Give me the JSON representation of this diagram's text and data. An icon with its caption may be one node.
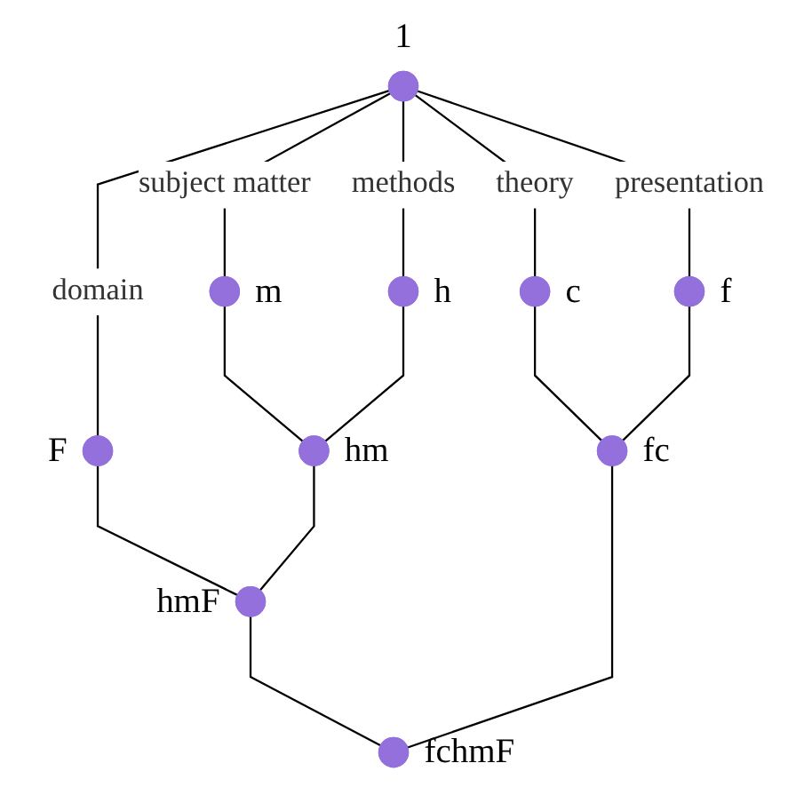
{
  "diagram": {
    "nodes": [
      {
        "text": [],
        "shape": "circle",
        "beside": [
          "1"
        ]
      },
      {
        "text": [],
        "shape": "circle",
        "beside": [
          "F"
        ]
      },
      {
        "text": [],
        "shape": "circle",
        "beside": [
          "m"
        ]
      },
      {
        "text": [],
        "shape": "circle",
        "beside": [
          "h"
        ]
      },
      {
        "text": [],
        "shape": "circle",
        "beside": [
          "c"
        ]
      },
      {
        "text": [],
        "shape": "circle",
        "beside": [
          "f"
        ]
      },
      {
        "text": [],
        "shape": "circle",
        "beside": [
          "hm"
        ]
      },
      {
        "text": [],
        "shape": "circle",
        "beside": [
          "fc"
        ]
      },
      {
        "text": [],
        "shape": "circle",
        "beside": [
          "hmF"
        ]
      },
      {
        "text": [],
        "shape": "circle",
        "beside": [
          "fchmF"
        ]
      }
    ],
    "edges": [
      {
        "from": 0,
        "to": 1,
        "arrow": "none",
        "label": "domain"
      },
      {
        "from": 0,
        "to": 2,
        "arrow": "none",
        "label": "subject matter"
      },
      {
        "from": 0,
        "to": 3,
        "arrow": "none",
        "label": "methods"
      },
      {
        "from": 0,
        "to": 4,
        "arrow": "none",
        "label": "theory"
      },
      {
        "from": 0,
        "to": 5,
        "arrow": "none",
        "label": "presentation"
      },
      {
        "from": 1,
        "to": 8,
        "arrow": "none"
      },
      {
        "from": 2,
        "to": 6,
        "arrow": "none"
      },
      {
        "from": 3,
        "to": 6,
        "arrow": "none"
      },
      {
        "from": 6,
        "to": 8,
        "arrow": "none"
      },
      {
        "from": 4,
        "to": 7,
        "arrow": "none"
      },
      {
        "from": 5,
        "to": 7,
        "arrow": "none"
      },
      {
        "from": 8,
        "to": 9,
        "arrow": "none"
      },
      {
        "from": 7,
        "to": 9,
        "arrow": "none"
      }
    ]
  }
}
